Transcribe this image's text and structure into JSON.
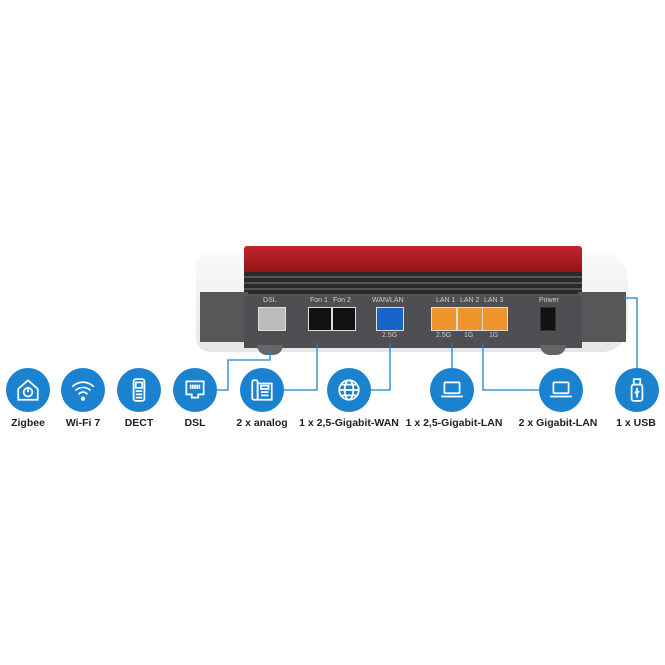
{
  "router": {
    "ports": [
      "DSL",
      "Fon 1",
      "Fon 2",
      "WAN/LAN",
      "LAN 1",
      "LAN 2",
      "LAN 3",
      "Power"
    ],
    "speeds": {
      "wan": "2.5G",
      "lan1": "2.5G",
      "lan2": "1G",
      "lan3": "1G"
    }
  },
  "features": [
    {
      "icon": "zigbee-home-icon",
      "label": "Zigbee"
    },
    {
      "icon": "wifi-icon",
      "label": "Wi-Fi 7"
    },
    {
      "icon": "dect-phone-icon",
      "label": "DECT"
    },
    {
      "icon": "dsl-port-icon",
      "label": "DSL"
    },
    {
      "icon": "analog-phone-icon",
      "label": "2 x analog"
    },
    {
      "icon": "globe-wan-icon",
      "label": "1 x 2,5-Gigabit-WAN"
    },
    {
      "icon": "laptop-icon",
      "label": "1 x 2,5-Gigabit-LAN"
    },
    {
      "icon": "laptop-icon",
      "label": "2 x Gigabit-LAN"
    },
    {
      "icon": "usb-stick-icon",
      "label": "1 x USB"
    }
  ],
  "colors": {
    "accent": "#1b82cf",
    "red": "#b01e22",
    "lan": "#f0952d",
    "wan": "#1a64c8"
  }
}
